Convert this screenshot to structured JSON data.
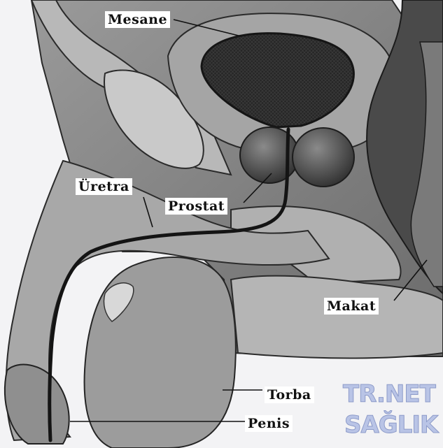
{
  "diagram": {
    "labels": {
      "bladder": "Mesane",
      "urethra": "Üretra",
      "prostate": "Prostat",
      "anus": "Makat",
      "scrotum": "Torba",
      "penis": "Penis"
    },
    "watermark": {
      "line1": "TR.NET",
      "line2": "SAĞLIK"
    }
  }
}
